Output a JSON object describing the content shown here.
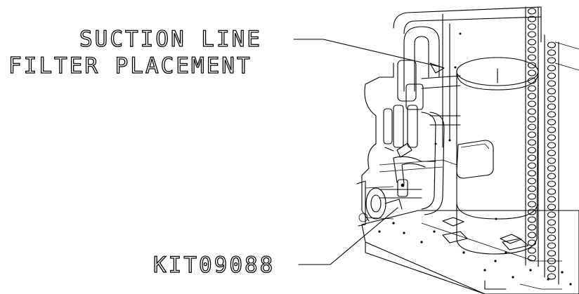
{
  "callouts": {
    "suction_line_1": "SUCTION LINE",
    "suction_line_2": "FILTER PLACEMENT",
    "kit": "KIT09088"
  },
  "icons": {
    "compressor": "scroll-compressor-icon",
    "coil": "condenser-coil-icon"
  },
  "colors": {
    "ink": "#000000",
    "paper": "#ffffff"
  }
}
